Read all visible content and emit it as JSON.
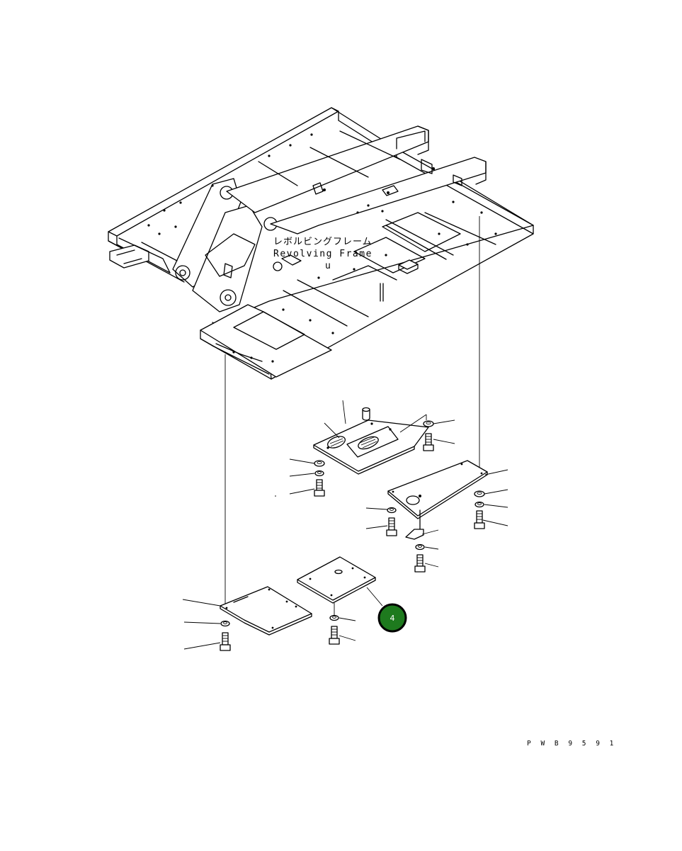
{
  "diagram": {
    "frame_label_jp": "レボルビングフレーム",
    "frame_label_en": "Revolving Frame",
    "drawing_number": "P W B 9 5 9 1",
    "callout": {
      "number": "4",
      "color": "#1e7a1e",
      "ring_color": "#000000"
    },
    "small_mark": "u",
    "icons": {
      "callout": "numbered-circle-icon"
    }
  }
}
